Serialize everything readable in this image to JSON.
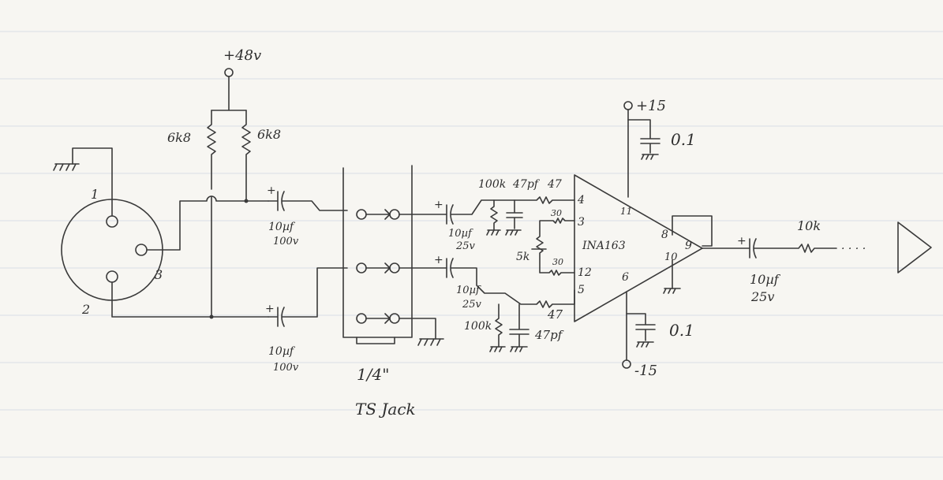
{
  "labels": {
    "supply_48v": "+48v",
    "r1": "6k8",
    "r2": "6k8",
    "xlr_pin1": "1",
    "xlr_pin2": "2",
    "xlr_pin3": "3",
    "c_top_val": "10µf",
    "c_top_v": "100v",
    "c_bot_val": "10µf",
    "c_bot_v": "100v",
    "jack_size": "1/4\"",
    "jack_name": "TS Jack",
    "in_r_top": "100k",
    "in_c_top": "47pf",
    "in_r_top2": "47",
    "c_in_top_val": "10µf",
    "c_in_top_v": "25v",
    "r30_top": "30",
    "pot": "5k",
    "r30_bot": "30",
    "c_in_bot_val": "10µf",
    "c_in_bot_v": "25v",
    "in_r_bot2": "47",
    "in_r_bot": "100k",
    "in_c_bot": "47pf",
    "chip": "INA163",
    "pin4": "4",
    "pin3": "3",
    "pin12": "12",
    "pin5": "5",
    "pin11": "11",
    "pin6": "6",
    "pin8": "8",
    "pin9": "9",
    "pin10": "10",
    "pos_supply": "+15",
    "neg_supply": "-15",
    "bypass_top": "0.1",
    "bypass_bot": "0.1",
    "out_c_val": "10µf",
    "out_c_v": "25v",
    "out_r": "10k",
    "plus": "+",
    "dots": "· · · ·"
  }
}
